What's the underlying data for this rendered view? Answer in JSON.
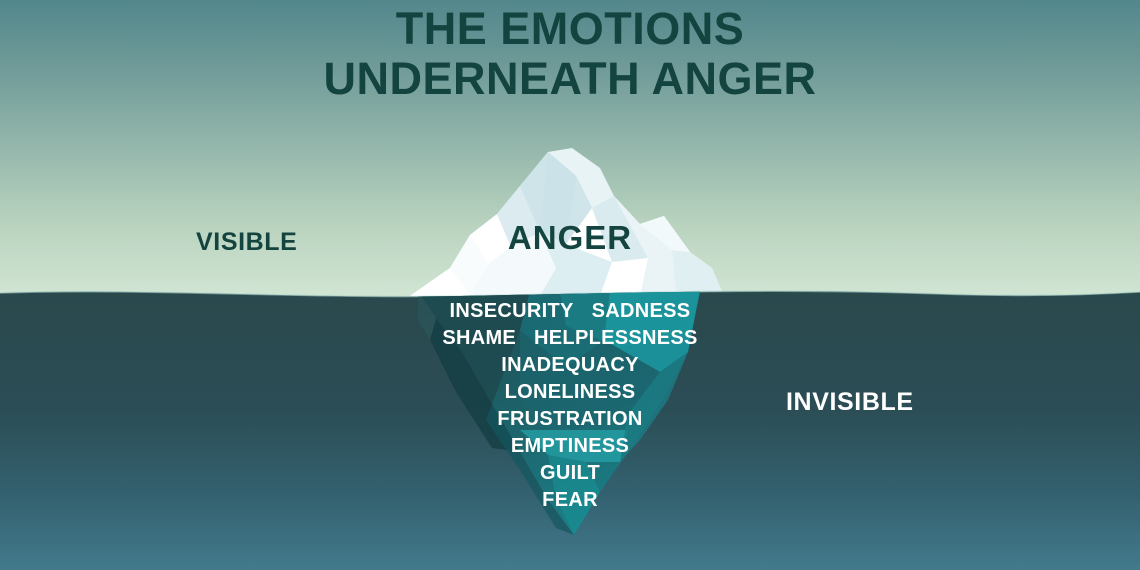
{
  "title": {
    "line1": "THE EMOTIONS",
    "line2": "UNDERNEATH ANGER"
  },
  "labels": {
    "visible": "VISIBLE",
    "invisible": "INVISIBLE"
  },
  "iceberg": {
    "tip_label": "ANGER",
    "underwater_rows": [
      {
        "words": [
          "INSECURITY",
          "SADNESS"
        ]
      },
      {
        "words": [
          "SHAME",
          "HELPLESSNESS"
        ]
      },
      {
        "words": [
          "INADEQUACY"
        ]
      },
      {
        "words": [
          "LONELINESS"
        ]
      },
      {
        "words": [
          "FRUSTRATION"
        ]
      },
      {
        "words": [
          "EMPTINESS"
        ]
      },
      {
        "words": [
          "GUILT"
        ]
      },
      {
        "words": [
          "FEAR"
        ]
      }
    ]
  },
  "colors": {
    "sky_top": "#588c90",
    "sky_bottom": "#cfe4d2",
    "water_top": "#2a494d",
    "water_bottom": "#40768a",
    "title_text": "#14443f",
    "invisible_text": "#ffffff",
    "ice_white": "#ffffff",
    "ice_pale": "#d7e9ec",
    "ice_shadow": "#bcd9de",
    "underwater_teal": "#1c8f96",
    "underwater_dark": "#1d4347"
  }
}
